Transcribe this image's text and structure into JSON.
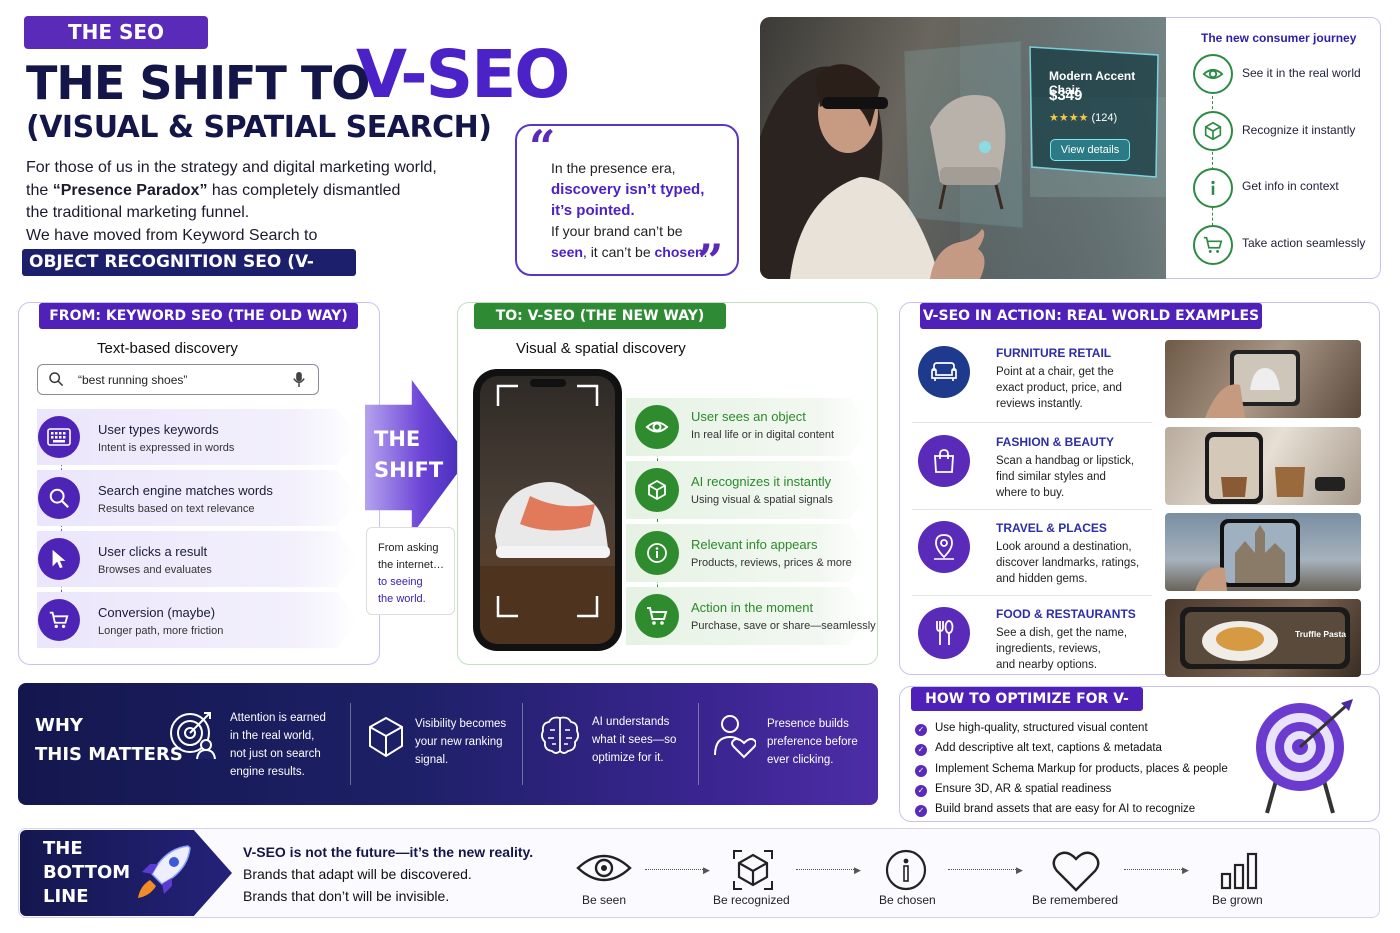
{
  "header": {
    "badge": "THE SEO ANGLE:",
    "title_a": "THE SHIFT TO",
    "title_b": "V-SEO",
    "subtitle": "(VISUAL & SPATIAL SEARCH)",
    "intro_1": "For those of us in the strategy and digital marketing world,",
    "intro_2a": "the ",
    "intro_2b": "“Presence Paradox”",
    "intro_2c": " has completely dismantled",
    "intro_3": "the traditional marketing funnel.",
    "intro_4": "We have moved from Keyword Search to",
    "highlight": "OBJECT RECOGNITION SEO (V-SEO)."
  },
  "quote": {
    "l1": "In the presence era,",
    "l2": "discovery isn’t typed,",
    "l3": "it’s pointed.",
    "l4": "If your brand can’t be",
    "l5a": "seen",
    "l5b": ", it can’t be ",
    "l5c": "chosen",
    "l5d": "."
  },
  "hero": {
    "product": "Modern Accent Chair",
    "price": "$349",
    "stars": "★★★★",
    "reviews": "(124)",
    "cta": "View details"
  },
  "journey": {
    "title": "The new consumer journey",
    "steps": [
      "See it in the real world",
      "Recognize it instantly",
      "Get info in context",
      "Take action seamlessly"
    ]
  },
  "old_way": {
    "title": "FROM: KEYWORD SEO (THE OLD WAY)",
    "subtitle": "Text-based discovery",
    "search_value": "“best running shoes”",
    "steps": [
      {
        "title": "User types keywords",
        "sub": "Intent is expressed in words"
      },
      {
        "title": "Search engine matches words",
        "sub": "Results based on text relevance"
      },
      {
        "title": "User clicks a result",
        "sub": "Browses and evaluates"
      },
      {
        "title": "Conversion (maybe)",
        "sub": "Longer path, more friction"
      }
    ]
  },
  "shift": {
    "l1": "THE",
    "l2": "SHIFT",
    "note_1": "From asking",
    "note_2": "the internet…",
    "note_3": "to seeing",
    "note_4": "the world."
  },
  "new_way": {
    "title": "TO: V-SEO (THE NEW WAY)",
    "subtitle": "Visual & spatial discovery",
    "steps": [
      {
        "title": "User sees an object",
        "sub": "In real life or in digital content"
      },
      {
        "title": "AI recognizes it instantly",
        "sub": "Using visual & spatial signals"
      },
      {
        "title": "Relevant info appears",
        "sub": "Products, reviews, prices & more"
      },
      {
        "title": "Action in the moment",
        "sub": "Purchase, save or share—seamlessly"
      }
    ]
  },
  "examples": {
    "title": "V-SEO IN ACTION: REAL WORLD EXAMPLES",
    "items": [
      {
        "title": "FURNITURE RETAIL",
        "l1": "Point at a chair, get the",
        "l2": "exact product, price, and",
        "l3": "reviews instantly."
      },
      {
        "title": "FASHION & BEAUTY",
        "l1": "Scan a handbag or lipstick,",
        "l2": "find similar styles and",
        "l3": "where to buy."
      },
      {
        "title": "TRAVEL & PLACES",
        "l1": "Look around a destination,",
        "l2": "discover landmarks, ratings,",
        "l3": "and hidden gems."
      },
      {
        "title": "FOOD & RESTAURANTS",
        "l1": "See a dish, get the name,",
        "l2": "ingredients, reviews,",
        "l3": "and nearby options."
      }
    ],
    "food_label": "Truffle Pasta"
  },
  "why": {
    "title_1": "WHY",
    "title_2": "THIS MATTERS",
    "items": [
      {
        "l1": "Attention is earned",
        "l2": "in the real world,",
        "l3": "not just on search",
        "l4": "engine results."
      },
      {
        "l1": "Visibility becomes",
        "l2": "your new ranking",
        "l3": "signal.",
        "l4": ""
      },
      {
        "l1": "AI understands",
        "l2": "what it sees—so",
        "l3": "optimize for it.",
        "l4": ""
      },
      {
        "l1": "Presence builds",
        "l2": "preference before",
        "l3": "ever clicking.",
        "l4": ""
      }
    ]
  },
  "optimize": {
    "title": "HOW TO OPTIMIZE FOR V-SEO",
    "items": [
      "Use high-quality, structured visual content",
      "Add descriptive alt text, captions & metadata",
      "Implement Schema Markup for products, places & people",
      "Ensure 3D, AR & spatial readiness",
      "Build brand assets that are easy for AI to recognize"
    ]
  },
  "bottom": {
    "l1": "THE",
    "l2": "BOTTOM",
    "l3": "LINE",
    "t1": "V-SEO is not the future—it’s the new reality.",
    "t2": "Brands that adapt will be discovered.",
    "t3": "Brands that don’t will be invisible.",
    "steps": [
      "Be seen",
      "Be recognized",
      "Be chosen",
      "Be remembered",
      "Be grown"
    ]
  },
  "colors": {
    "navy": "#14164a",
    "purple": "#4b22c8",
    "green": "#2e8b2e",
    "violet": "#5b2bb8"
  }
}
